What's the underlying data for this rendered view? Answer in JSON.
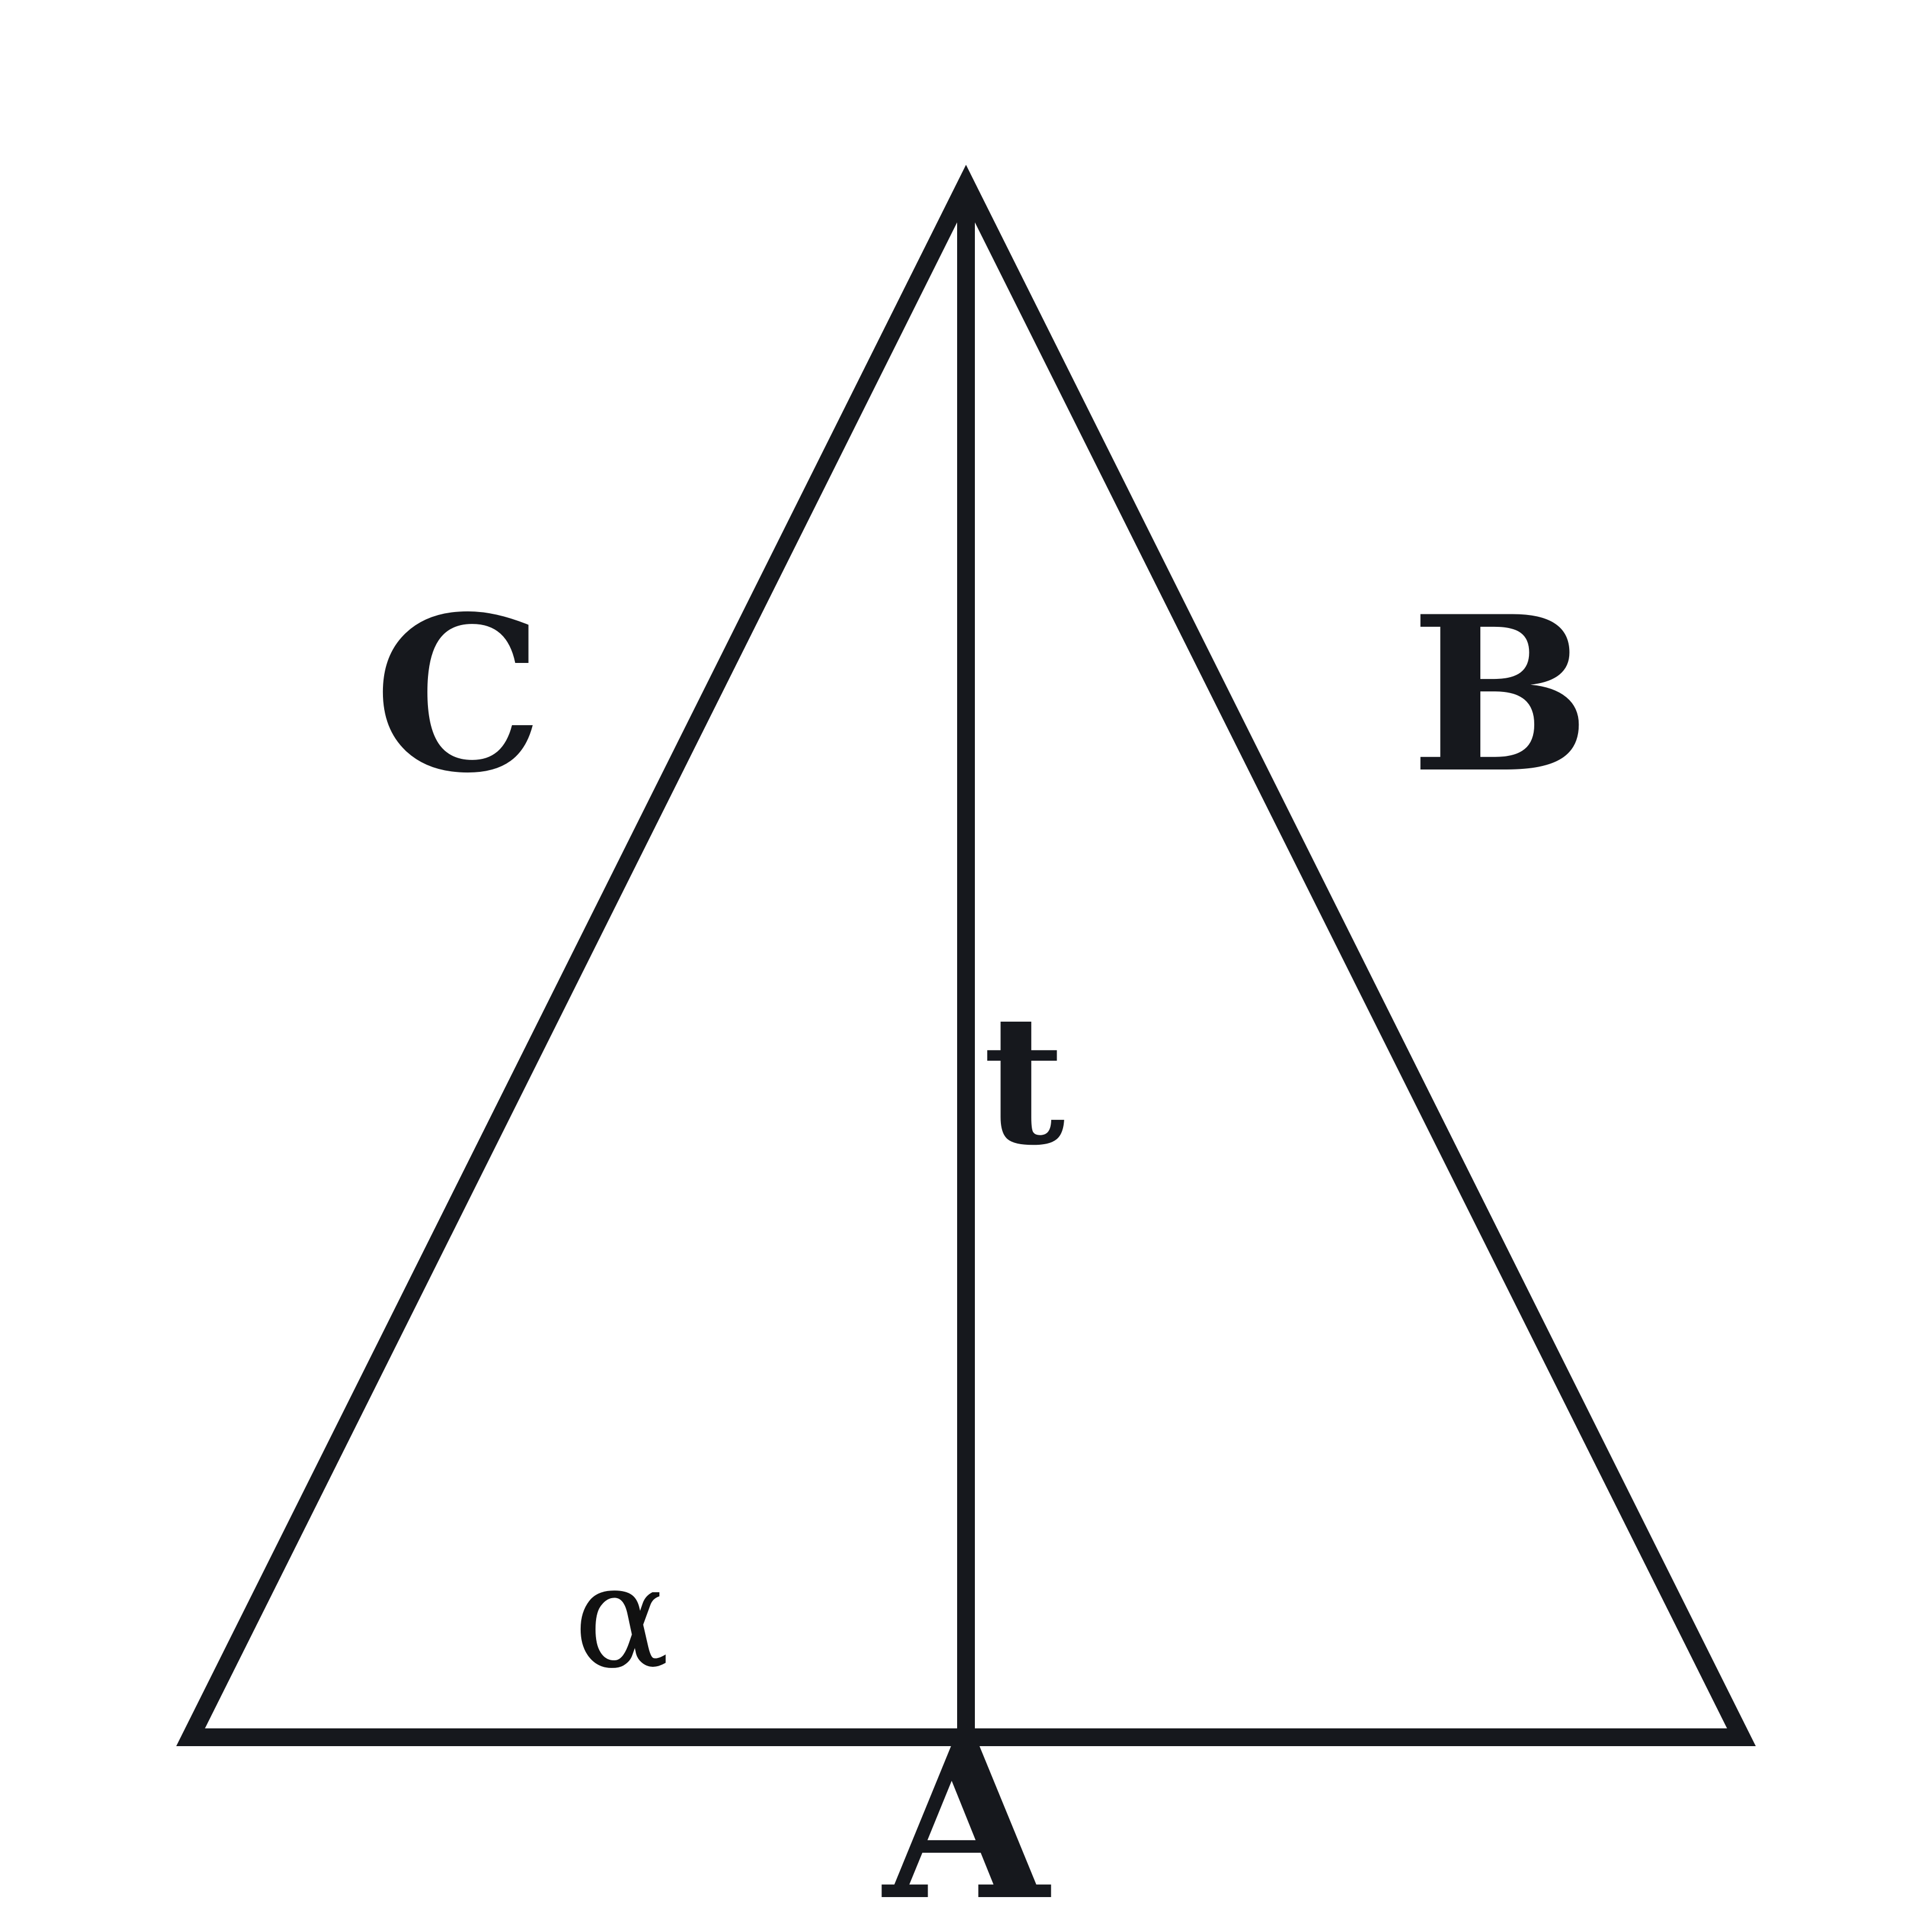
{
  "diagram": {
    "side_labels": {
      "base": "A",
      "right_side": "B",
      "left_side": "C"
    },
    "altitude_label": "t",
    "angle_label": "α",
    "colors": {
      "line": "#16181d",
      "text": "#16181d",
      "background": "#ffffff"
    }
  }
}
